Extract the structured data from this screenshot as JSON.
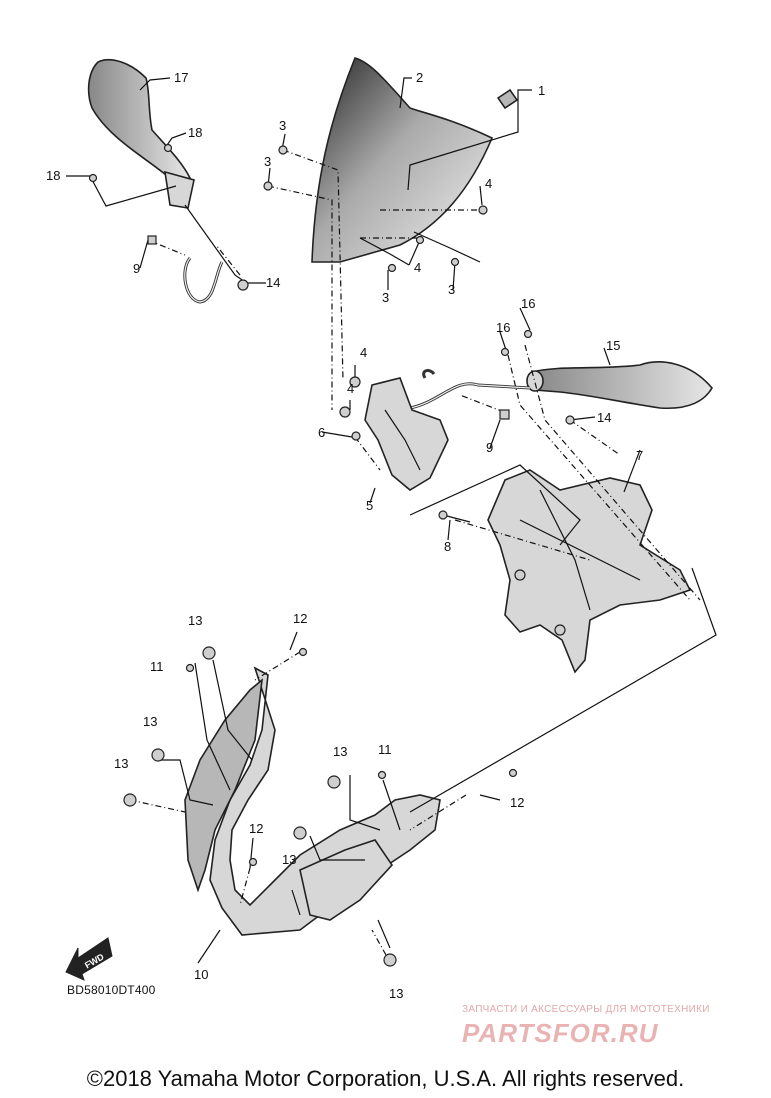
{
  "diagram_code": "BD58010DT400",
  "fwd_label": "FWD",
  "copyright": "©2018 Yamaha Motor Corporation, U.S.A. All rights reserved.",
  "watermark": {
    "tagline": "ЗАПЧАСТИ И АКСЕССУАРЫ ДЛЯ МОТОТЕХНИКИ",
    "logo": "PARTSFOR.RU"
  },
  "callouts": {
    "c1": "1",
    "c2": "2",
    "c3a": "3",
    "c3b": "3",
    "c3c": "3",
    "c3d": "3",
    "c4a": "4",
    "c4b": "4",
    "c4c": "4",
    "c4d": "4",
    "c5": "5",
    "c6": "6",
    "c7": "7",
    "c8": "8",
    "c9a": "9",
    "c9b": "9",
    "c10": "10",
    "c11a": "11",
    "c11b": "11",
    "c12a": "12",
    "c12b": "12",
    "c12c": "12",
    "c13a": "13",
    "c13b": "13",
    "c13c": "13",
    "c13d": "13",
    "c13e": "13",
    "c13f": "13",
    "c14a": "14",
    "c14b": "14",
    "c15": "15",
    "c16a": "16",
    "c16b": "16",
    "c17": "17",
    "c18a": "18",
    "c18b": "18"
  }
}
